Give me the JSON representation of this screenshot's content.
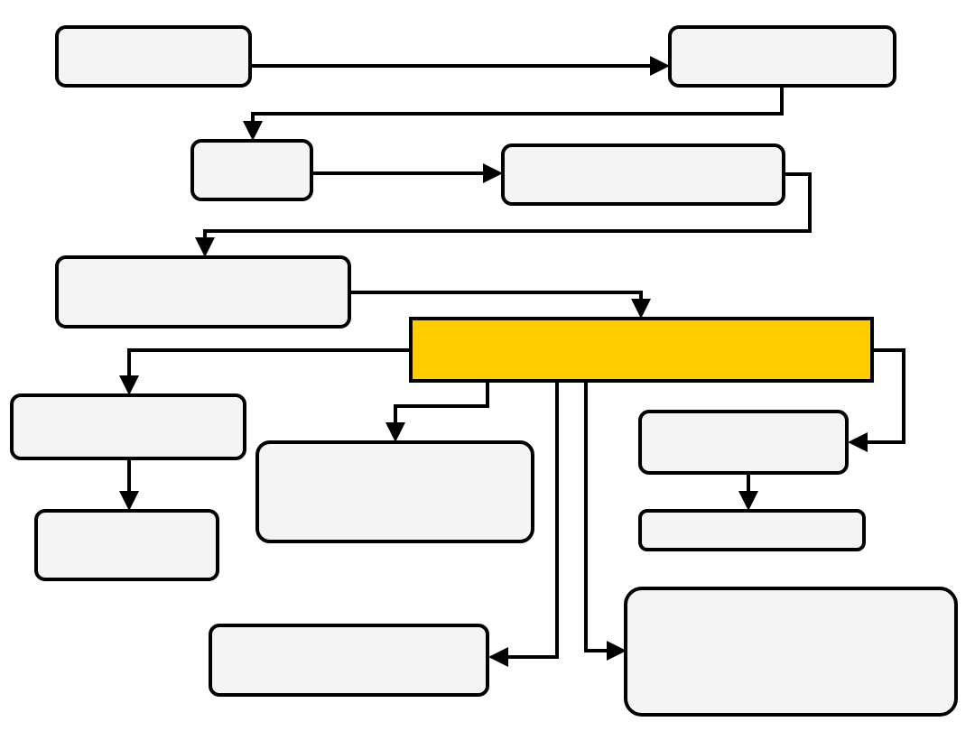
{
  "diagram": {
    "colors": {
      "box_fill": "#f4f4f4",
      "highlight_fill": "#ffcc00",
      "stroke": "#000000"
    },
    "nodes": [
      {
        "id": "n1",
        "label": ""
      },
      {
        "id": "n2",
        "label": ""
      },
      {
        "id": "n3",
        "label": ""
      },
      {
        "id": "n4",
        "label": ""
      },
      {
        "id": "n5",
        "label": ""
      },
      {
        "id": "hub",
        "label": "",
        "highlighted": true
      },
      {
        "id": "n7",
        "label": ""
      },
      {
        "id": "n8",
        "label": ""
      },
      {
        "id": "n9",
        "label": ""
      },
      {
        "id": "n10",
        "label": ""
      },
      {
        "id": "n11",
        "label": ""
      },
      {
        "id": "n12",
        "label": ""
      },
      {
        "id": "n13",
        "label": ""
      }
    ],
    "edges": [
      {
        "from": "n1",
        "to": "n2"
      },
      {
        "from": "n2",
        "to": "n3"
      },
      {
        "from": "n3",
        "to": "n4"
      },
      {
        "from": "n4",
        "to": "n5"
      },
      {
        "from": "n5",
        "to": "hub"
      },
      {
        "from": "hub",
        "to": "n7"
      },
      {
        "from": "n7",
        "to": "n8"
      },
      {
        "from": "hub",
        "to": "n9"
      },
      {
        "from": "hub",
        "to": "n10"
      },
      {
        "from": "n10",
        "to": "n11"
      },
      {
        "from": "hub",
        "to": "n12"
      },
      {
        "from": "hub",
        "to": "n13"
      }
    ]
  }
}
